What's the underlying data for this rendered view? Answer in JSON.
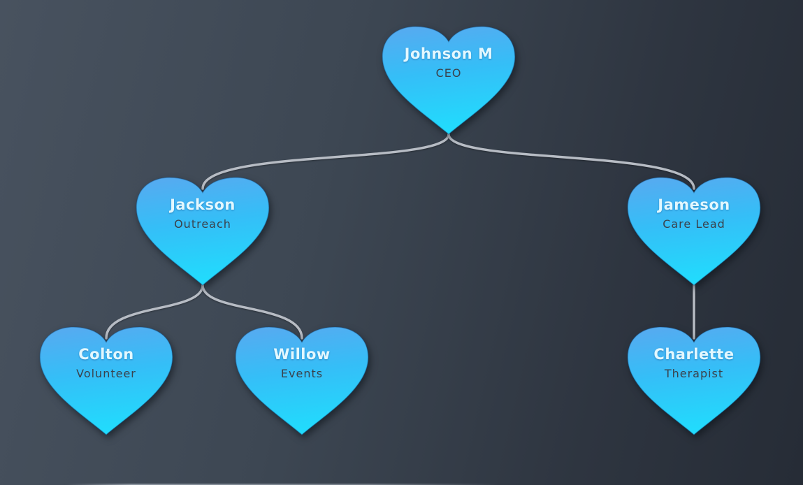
{
  "diagram": {
    "type": "org-chart",
    "node_shape": "heart",
    "colors": {
      "background_start": "#48525f",
      "background_end": "#262c36",
      "heart_gradient_top": "#51a8f0",
      "heart_gradient_mid": "#35bef7",
      "heart_gradient_bottom": "#21dcfd",
      "connector": "#b7bcc4",
      "name_text": "#e3f8ff",
      "role_text": "#3a424c"
    },
    "nodes": [
      {
        "id": "johnson",
        "name": "Johnson M",
        "role": "CEO",
        "level": 0,
        "parent": null
      },
      {
        "id": "jackson",
        "name": "Jackson",
        "role": "Outreach",
        "level": 1,
        "parent": "johnson"
      },
      {
        "id": "jameson",
        "name": "Jameson",
        "role": "Care Lead",
        "level": 1,
        "parent": "johnson"
      },
      {
        "id": "colton",
        "name": "Colton",
        "role": "Volunteer",
        "level": 2,
        "parent": "jackson"
      },
      {
        "id": "willow",
        "name": "Willow",
        "role": "Events",
        "level": 2,
        "parent": "jackson"
      },
      {
        "id": "charlette",
        "name": "Charlette",
        "role": "Therapist",
        "level": 2,
        "parent": "jameson"
      }
    ]
  }
}
